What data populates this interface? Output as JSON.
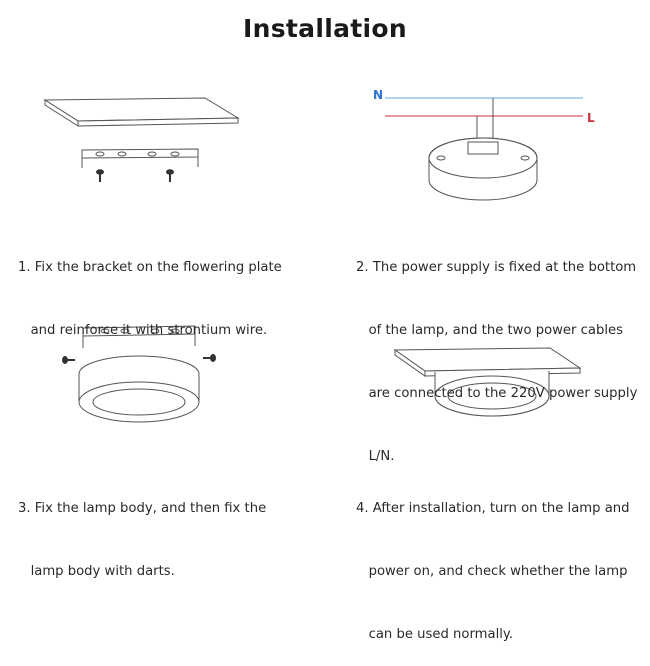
{
  "title": "Installation",
  "wire_labels": {
    "neutral": "N",
    "live": "L"
  },
  "colors": {
    "neutral": "#7fb6e6",
    "live": "#e05a6a",
    "neutral_text": "#2b74c9",
    "live_text": "#c8303a"
  },
  "steps": [
    {
      "line1": "1. Fix the bracket on the flowering plate",
      "line2": "   and reinforce it with strontium wire.",
      "icon": "ceiling-plate-bracket-screws"
    },
    {
      "line1": "2. The power supply is fixed at the bottom",
      "line2": "   of the lamp, and the two power cables",
      "line3": "   are connected to the 220V power supply",
      "line4": "   L/N.",
      "icon": "lamp-wiring"
    },
    {
      "line1": "3. Fix the lamp body, and then fix the",
      "line2": "   lamp body with darts.",
      "icon": "lamp-body-bracket"
    },
    {
      "line1": "4. After installation, turn on the lamp and",
      "line2": "   power on, and check whether the lamp",
      "line3": "   can be used normally.",
      "icon": "lamp-installed-ceiling"
    }
  ]
}
